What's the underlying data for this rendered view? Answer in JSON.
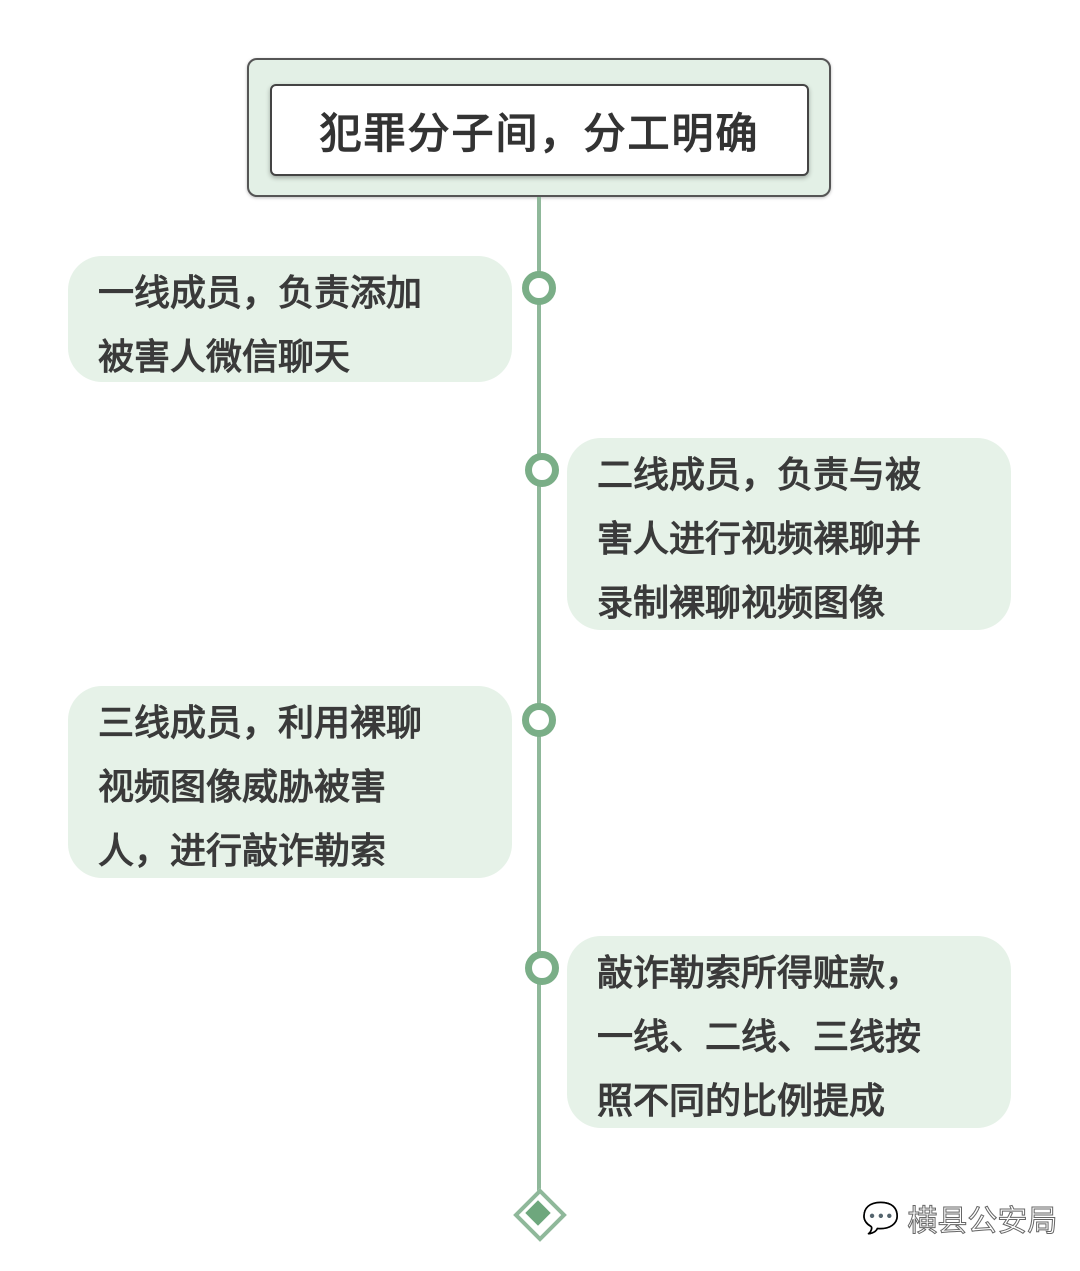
{
  "title": "犯罪分子间，分工明确",
  "steps": [
    {
      "lines": [
        "一线成员，负责添加",
        "被害人微信聊天"
      ],
      "side": "left"
    },
    {
      "lines": [
        "二线成员，负责与被",
        "害人进行视频裸聊并",
        "录制裸聊视频图像"
      ],
      "side": "right"
    },
    {
      "lines": [
        "三线成员，利用裸聊",
        "视频图像威胁被害",
        "人，进行敲诈勒索"
      ],
      "side": "left"
    },
    {
      "lines": [
        "敲诈勒索所得赃款，",
        "一线、二线、三线按",
        "照不同的比例提成"
      ],
      "side": "right"
    }
  ],
  "watermark": {
    "icon": "wechat-icon",
    "text": "横县公安局"
  },
  "colors": {
    "accent": "#7aae87",
    "card_bg": "#e6f2e8",
    "text": "#3a3a3a"
  }
}
